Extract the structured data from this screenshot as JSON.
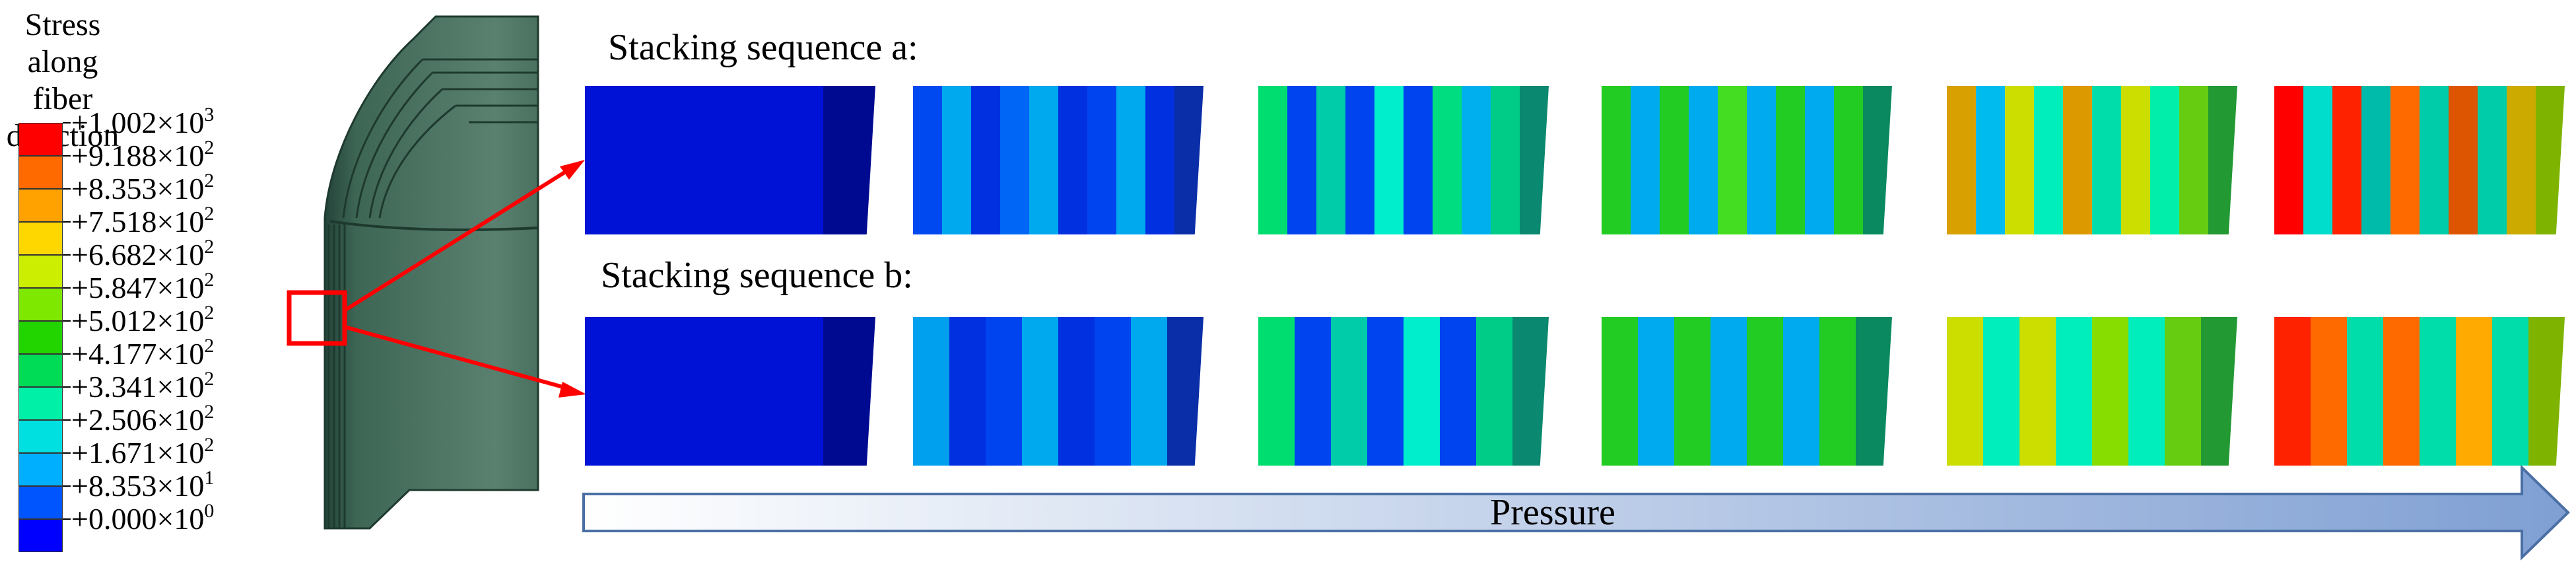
{
  "legend": {
    "title_line1": "Stress along",
    "title_line2": "fiber direction",
    "labels": [
      {
        "mantissa": "+1.002×10",
        "exp": "3"
      },
      {
        "mantissa": "+9.188×10",
        "exp": "2"
      },
      {
        "mantissa": "+8.353×10",
        "exp": "2"
      },
      {
        "mantissa": "+7.518×10",
        "exp": "2"
      },
      {
        "mantissa": "+6.682×10",
        "exp": "2"
      },
      {
        "mantissa": "+5.847×10",
        "exp": "2"
      },
      {
        "mantissa": "+5.012×10",
        "exp": "2"
      },
      {
        "mantissa": "+4.177×10",
        "exp": "2"
      },
      {
        "mantissa": "+3.341×10",
        "exp": "2"
      },
      {
        "mantissa": "+2.506×10",
        "exp": "2"
      },
      {
        "mantissa": "+1.671×10",
        "exp": "2"
      },
      {
        "mantissa": "+8.353×10",
        "exp": "1"
      },
      {
        "mantissa": "+0.000×10",
        "exp": "0"
      }
    ],
    "colors": [
      "#ff0000",
      "#ff6a00",
      "#ffa200",
      "#ffd700",
      "#ccee00",
      "#7ee800",
      "#22d400",
      "#00dc55",
      "#00f0a8",
      "#00e0e0",
      "#00b0ff",
      "#0055ff",
      "#0000ff"
    ]
  },
  "sequence_a_label": "Stacking sequence a:",
  "sequence_b_label": "Stacking sequence b:",
  "arrow_label": "Pressure",
  "colors": {
    "vessel": "#3e6655",
    "vessel_edge": "#1e3a2e",
    "callout": "#ff0000",
    "arrow_start": "#ffffff",
    "arrow_end": "#7f9fd3"
  },
  "strips_a": [
    [
      "#0012d6",
      "#0012d6",
      "#0012d6",
      "#0012d6",
      "#000a90"
    ],
    [
      "#0048f0",
      "#00a8ee",
      "#0030e0",
      "#0066f5",
      "#00a8ee",
      "#0030e0",
      "#0044f0",
      "#00a8ee",
      "#0030e0",
      "#0a2ea8"
    ],
    [
      "#00dd70",
      "#0044f0",
      "#00ccaa",
      "#0044f0",
      "#00eecc",
      "#0044f0",
      "#00dd80",
      "#00b0ee",
      "#00cc88",
      "#0a8870"
    ],
    [
      "#22cc22",
      "#00aaee",
      "#22cc22",
      "#00aaee",
      "#44dd22",
      "#00aaee",
      "#22cc22",
      "#00aaee",
      "#22cc22",
      "#0a8860"
    ],
    [
      "#d8a000",
      "#00bbee",
      "#ccdd00",
      "#00eebb",
      "#dd9900",
      "#00ddaa",
      "#ccdd00",
      "#00eeaa",
      "#66cc11",
      "#229933"
    ],
    [
      "#ff0000",
      "#00ddcc",
      "#ff2200",
      "#00bbaa",
      "#ff6a00",
      "#00ccaa",
      "#dd5500",
      "#00ccaa",
      "#ccaa00",
      "#7eb400"
    ]
  ],
  "strips_b": [
    [
      "#0012d6",
      "#0012d6",
      "#0012d6",
      "#0012d6",
      "#000a90"
    ],
    [
      "#00a0ee",
      "#0030e0",
      "#0044f0",
      "#00a8ee",
      "#0030e0",
      "#0044f0",
      "#00a8ee",
      "#0a2ea8"
    ],
    [
      "#00dd70",
      "#0044f0",
      "#00ccaa",
      "#0044f0",
      "#00eecc",
      "#0044f0",
      "#00cc88",
      "#0a8870"
    ],
    [
      "#22cc22",
      "#00aaee",
      "#22cc22",
      "#00aaee",
      "#22cc22",
      "#00aaee",
      "#22cc22",
      "#0a8860"
    ],
    [
      "#ccdd00",
      "#00eebb",
      "#ccdd00",
      "#00eebb",
      "#88dd00",
      "#00eebb",
      "#66cc11",
      "#229933"
    ],
    [
      "#ff2200",
      "#ff6a00",
      "#00ddaa",
      "#ff6a00",
      "#00ddaa",
      "#ffaa00",
      "#00ddaa",
      "#7eb400"
    ]
  ]
}
